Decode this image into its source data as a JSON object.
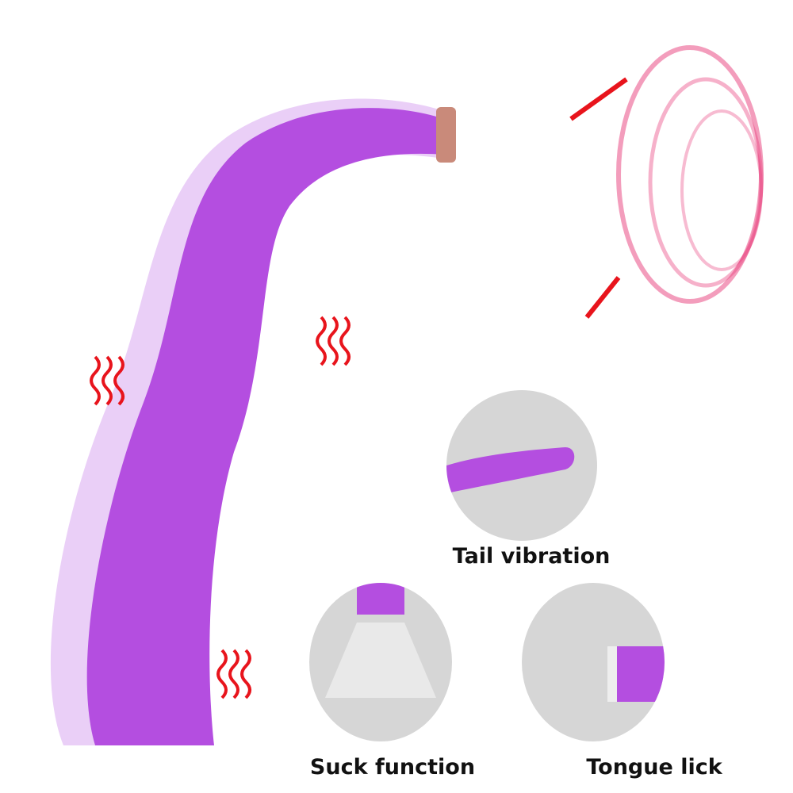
{
  "colors": {
    "background": "#ffffff",
    "product_purple": "#b44ee0",
    "product_purple_light": "#d9a8f0",
    "circle_gray": "#d6d6d6",
    "accent_red": "#e8141c",
    "accent_pink": "#e83c7a",
    "label_text": "#111111"
  },
  "features": [
    {
      "label": "Tail vibration",
      "icon": "vibration-detail-icon"
    },
    {
      "label": "Suck function",
      "icon": "suction-detail-icon"
    },
    {
      "label": "Tongue lick",
      "icon": "lick-detail-icon"
    }
  ],
  "decorations": {
    "vibration_marks": [
      "wave-icon-left",
      "wave-icon-middle",
      "wave-icon-bottom"
    ],
    "motion_arrows": "red-arrows-icon"
  }
}
